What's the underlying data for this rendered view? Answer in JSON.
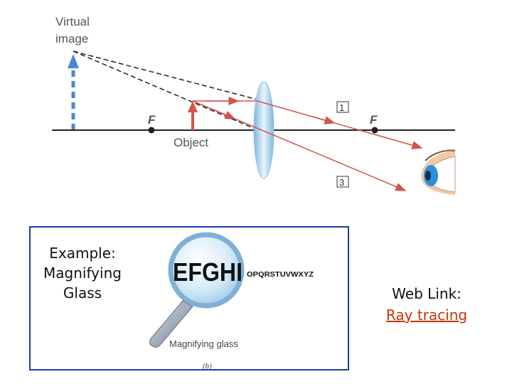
{
  "diagram": {
    "virtual_image_line1": "Virtual",
    "virtual_image_line2": "image",
    "focal_left": "F",
    "focal_right": "F",
    "object_label": "Object",
    "ray1_label": "1",
    "ray3_label": "3",
    "colors": {
      "ray": "#d2544a",
      "image": "#4a88cc",
      "lens": "#a9d2ee",
      "axis": "#222222"
    }
  },
  "example": {
    "line1": "Example:",
    "line2": "Magnifying",
    "line3": "Glass",
    "illustration": {
      "big_text": "EFGHI",
      "small_text": "OPQRSTUVWXYZ",
      "caption": "Magnifying glass",
      "panel_label": "(b)"
    }
  },
  "weblink": {
    "prefix": "Web Link:",
    "link_text": "Ray tracing"
  }
}
